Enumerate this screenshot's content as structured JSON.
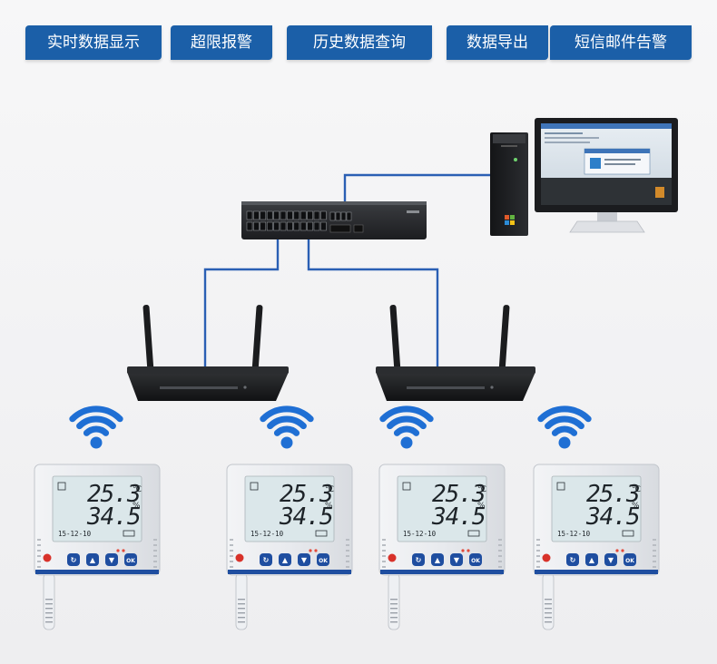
{
  "feature_tabs": [
    {
      "label": "实时数据显示"
    },
    {
      "label": "超限报警"
    },
    {
      "label": "历史数据查询"
    },
    {
      "label": "数据导出"
    },
    {
      "label": "短信邮件告警"
    }
  ],
  "colors": {
    "tab_bg": "#1b5fa8",
    "cable": "#2a5fb4",
    "wifi": "#1f6fd4",
    "device_body": "#e9ebef",
    "lcd": "#dbe7ea"
  },
  "sensor_display": {
    "temperature": "25.3",
    "temperature_unit": "℃",
    "humidity": "34.5",
    "humidity_unit": "%",
    "date": "15-12-10"
  },
  "button_glyphs": [
    "↻",
    "▲",
    "▼",
    "OK"
  ],
  "sensor_count": 4
}
